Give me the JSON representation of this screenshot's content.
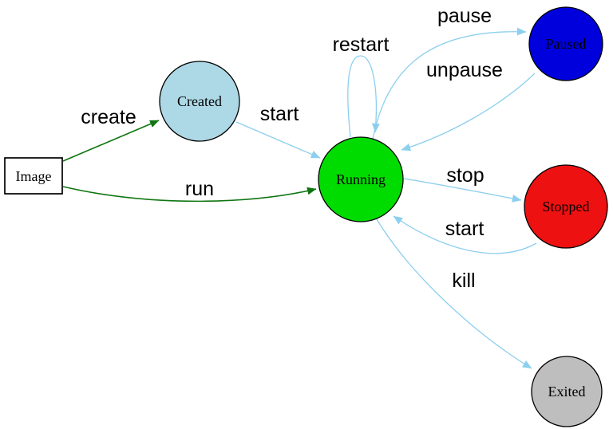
{
  "diagram": {
    "type": "state-diagram",
    "subject": "container lifecycle",
    "colors": {
      "background": "#FFFFFF",
      "edge_blue": "#8CCFEE",
      "edge_green": "#0F7510",
      "image_fill": "#FFFFFF",
      "image_border": "#2222CC",
      "node_border": "#000000",
      "node_created": "#ADD8E6",
      "node_running": "#00DC00",
      "node_paused": "#0000DC",
      "node_stopped": "#EE1111",
      "node_exited": "#BEBEBE",
      "label_color": "#000000"
    },
    "nodes": [
      {
        "id": "image",
        "label": "Image",
        "shape": "rectangle"
      },
      {
        "id": "created",
        "label": "Created",
        "shape": "circle"
      },
      {
        "id": "running",
        "label": "Running",
        "shape": "circle"
      },
      {
        "id": "paused",
        "label": "Paused",
        "shape": "circle"
      },
      {
        "id": "stopped",
        "label": "Stopped",
        "shape": "circle"
      },
      {
        "id": "exited",
        "label": "Exited",
        "shape": "circle"
      }
    ],
    "edges": [
      {
        "label": "create",
        "from": "Image",
        "to": "Created",
        "color_role": "green"
      },
      {
        "label": "run",
        "from": "Image",
        "to": "Running",
        "color_role": "green"
      },
      {
        "label": "start",
        "from": "Created",
        "to": "Running",
        "color_role": "blue"
      },
      {
        "label": "restart",
        "from": "Running",
        "to": "Running",
        "color_role": "blue"
      },
      {
        "label": "pause",
        "from": "Running",
        "to": "Paused",
        "color_role": "blue"
      },
      {
        "label": "unpause",
        "from": "Paused",
        "to": "Running",
        "color_role": "blue"
      },
      {
        "label": "stop",
        "from": "Running",
        "to": "Stopped",
        "color_role": "blue"
      },
      {
        "label": "start",
        "from": "Stopped",
        "to": "Running",
        "color_role": "blue"
      },
      {
        "label": "kill",
        "from": "Running",
        "to": "Exited",
        "color_role": "blue"
      }
    ]
  }
}
